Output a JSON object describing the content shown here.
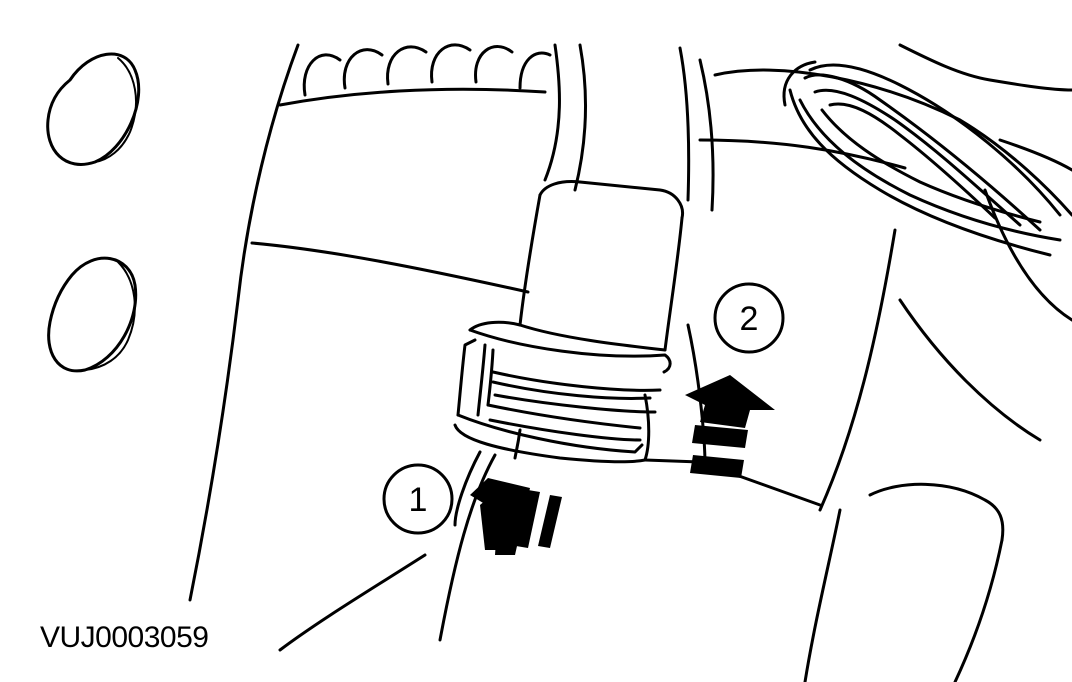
{
  "diagram": {
    "reference_code": "VUJ0003059",
    "callouts": [
      {
        "number": "1"
      },
      {
        "number": "2"
      }
    ]
  }
}
